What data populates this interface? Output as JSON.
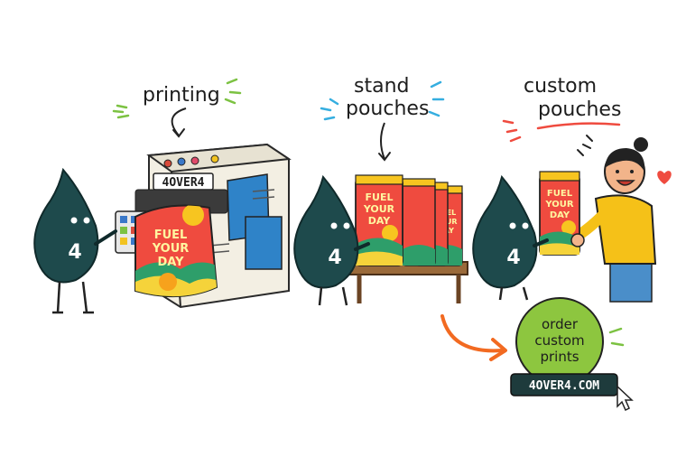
{
  "captions": {
    "printing": "printing",
    "stand_line1": "stand",
    "stand_line2": "pouches",
    "custom_line1": "custom",
    "custom_line2": "pouches"
  },
  "printer_brand": "4OVER4",
  "mascot_number": "4",
  "poster": {
    "line1": "FUEL",
    "line2": "YOUR",
    "line3": "DAY"
  },
  "cta": {
    "line1": "order",
    "line2": "custom",
    "line3": "prints",
    "url": "4OVER4.COM"
  },
  "colors": {
    "mascot": "#1e4a4c",
    "poster_red": "#ef4b3f",
    "poster_yellow": "#f7c520",
    "cta_green": "#8dc63f",
    "arrow_orange": "#f26a21",
    "shirt_yellow": "#f5c118",
    "printer_blue": "#2f83c8"
  },
  "icons": [
    "curved-arrow-icon",
    "cursor-icon",
    "heart-icon",
    "sun-icon"
  ]
}
